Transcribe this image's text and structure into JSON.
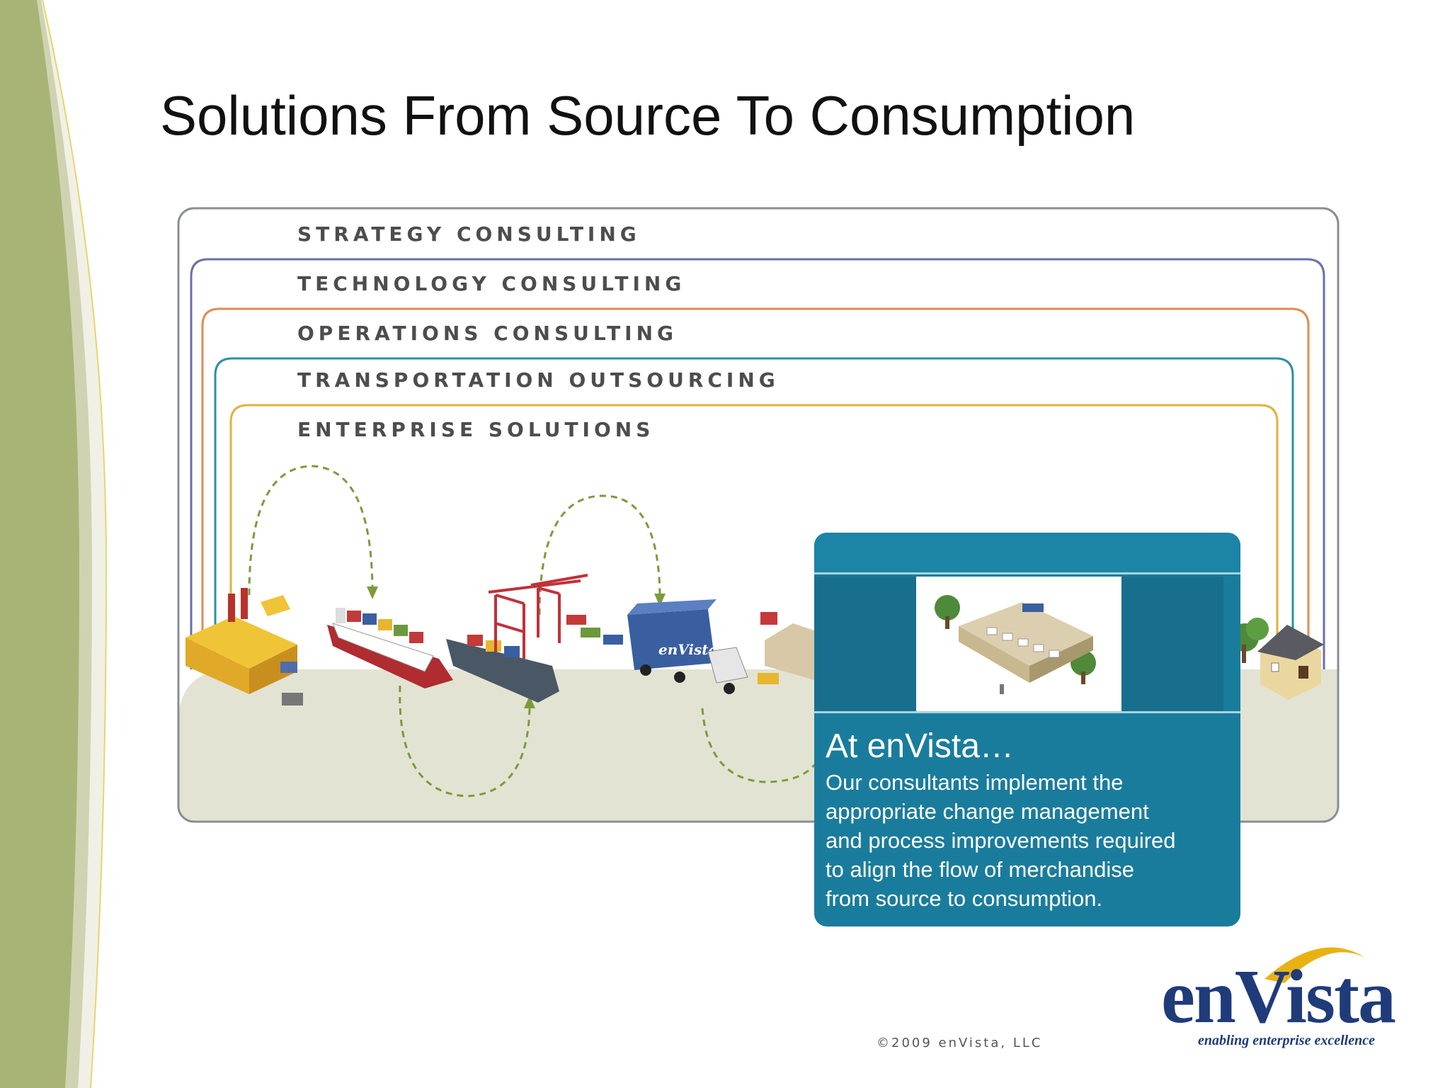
{
  "slide": {
    "title": "Solutions From Source To Consumption"
  },
  "layers": [
    {
      "label": "STRATEGY CONSULTING",
      "color": "#8a8d94"
    },
    {
      "label": "TECHNOLOGY CONSULTING",
      "color": "#6b6fa6"
    },
    {
      "label": "OPERATIONS CONSULTING",
      "color": "#e08a55"
    },
    {
      "label": "TRANSPORTATION OUTSOURCING",
      "color": "#2e8fa8"
    },
    {
      "label": "ENTERPRISE SOLUTIONS",
      "color": "#e3b13a"
    }
  ],
  "illustration": {
    "stages": [
      "factory",
      "container-ship",
      "port-crane",
      "truck",
      "warehouse",
      "home"
    ],
    "truck_logo": "enVista"
  },
  "callout": {
    "heading": "At enVista…",
    "body_lines": [
      "Our consultants implement the",
      "appropriate change management",
      "and process improvements required",
      "to align the flow of merchandise",
      "from source to consumption."
    ],
    "color": "#1a7c9c"
  },
  "footer": {
    "copyright": "©2009 enVista, LLC",
    "logo_text": "enVista",
    "tagline": "enabling enterprise excellence"
  },
  "colors": {
    "side_band": "#a8b476",
    "ground": "#e3e3d3",
    "brand_navy": "#1f3b7a",
    "brand_gold": "#e8b214"
  }
}
